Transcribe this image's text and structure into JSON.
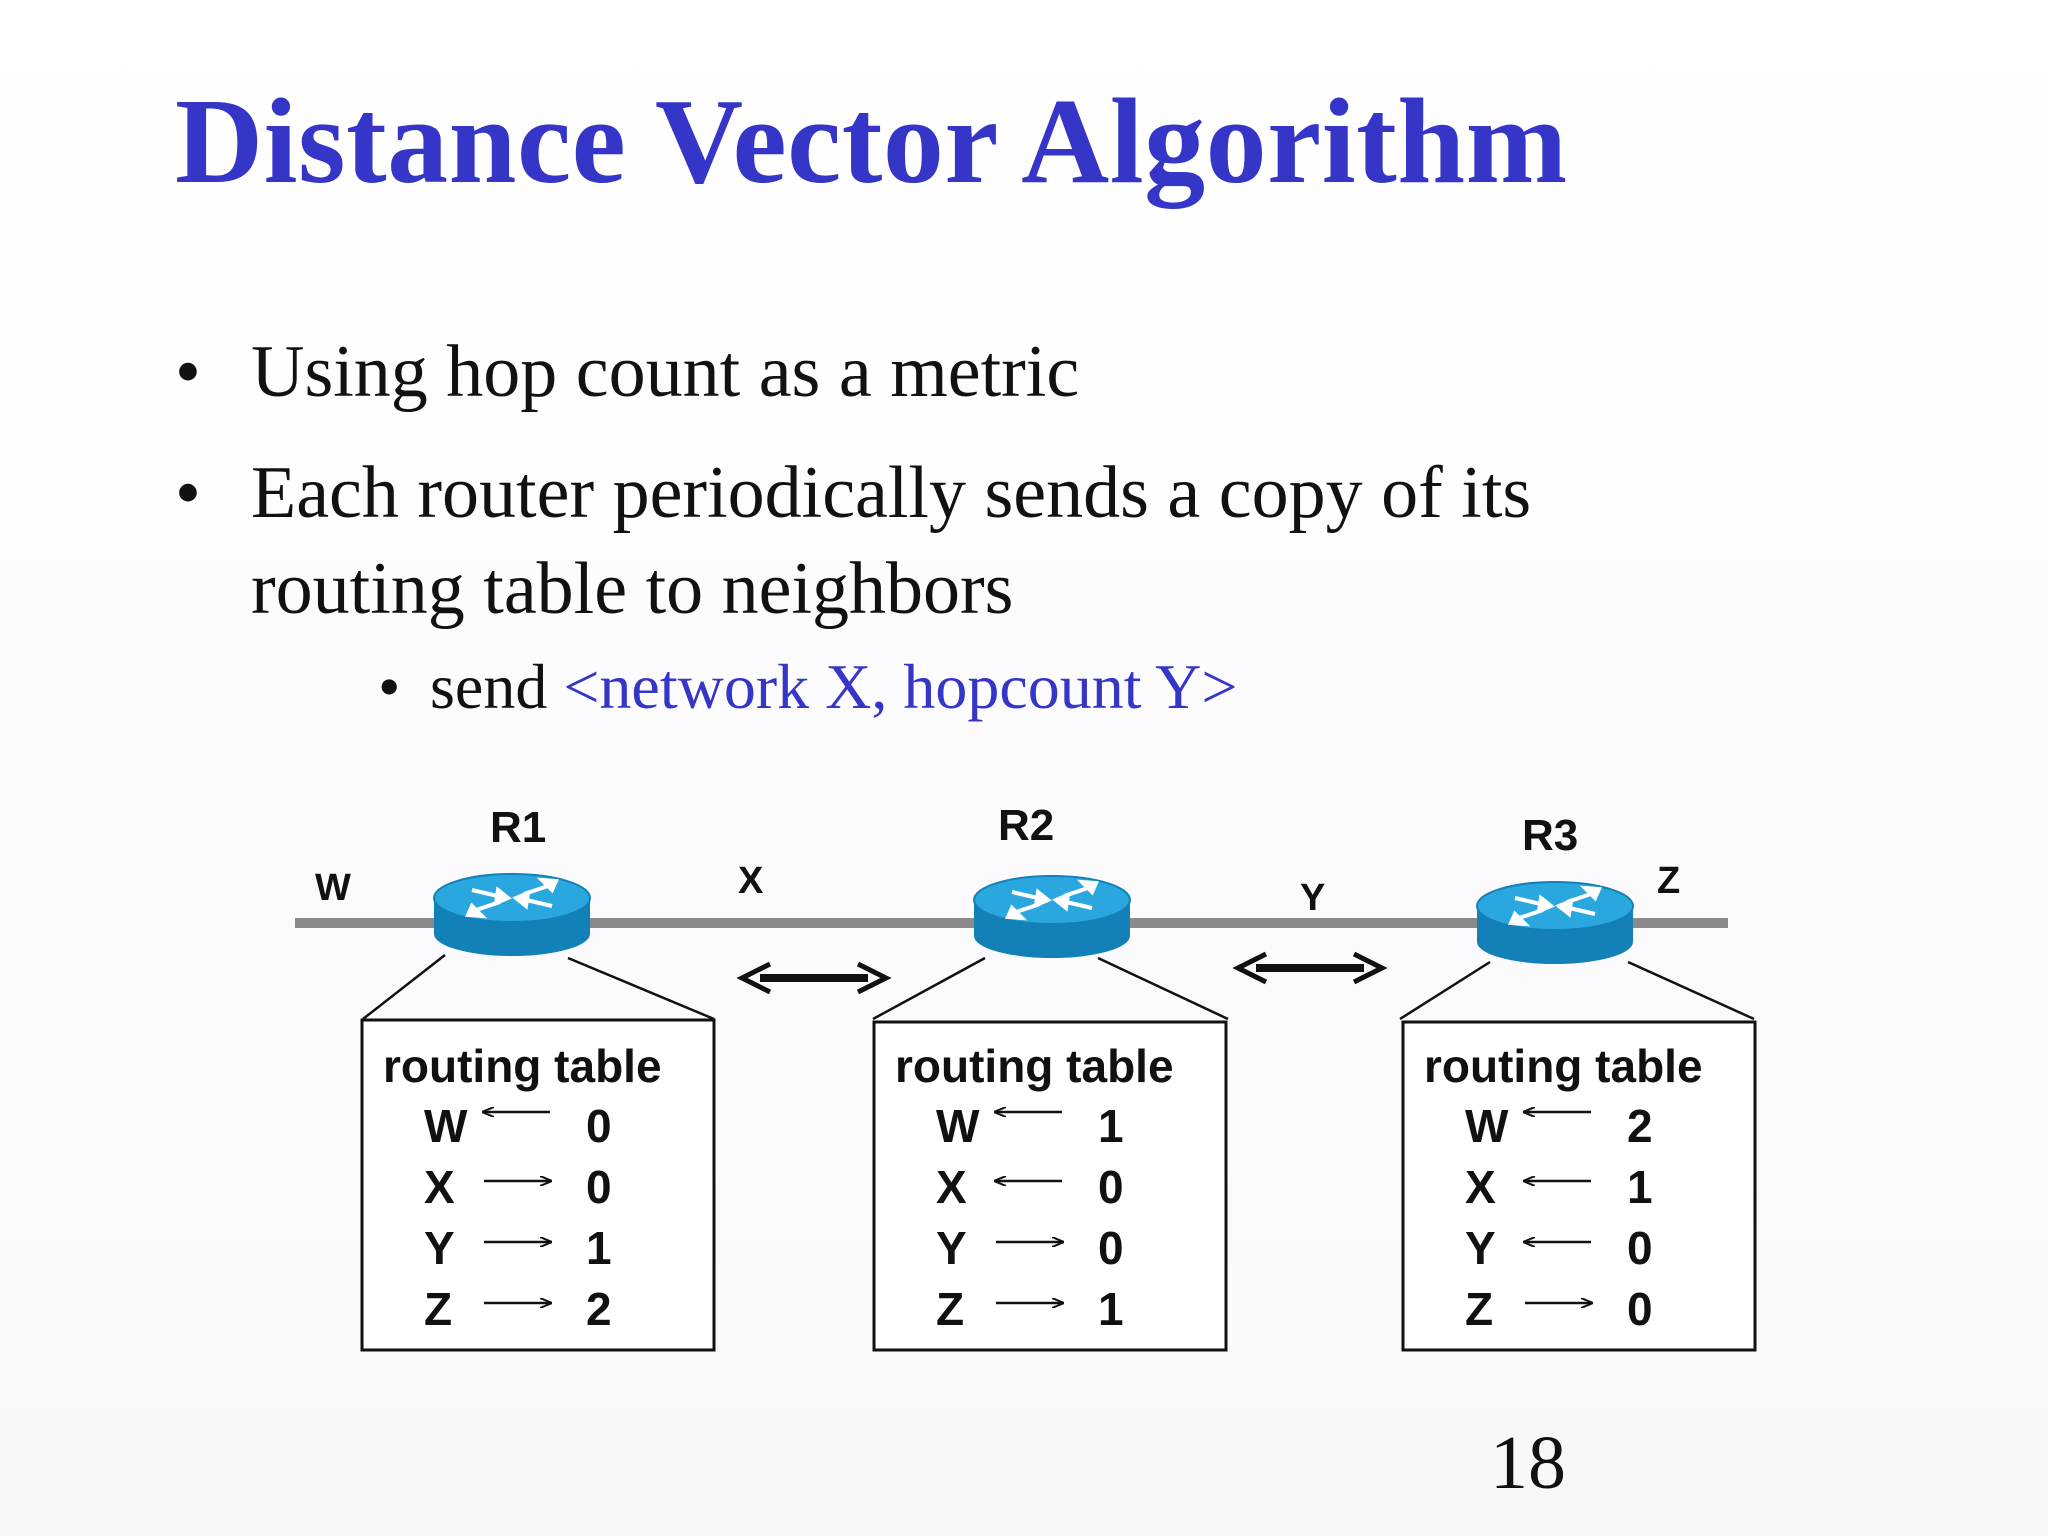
{
  "slide": {
    "title": "Distance Vector Algorithm",
    "bullets": [
      "Using hop count as a metric",
      "Each router periodically sends a copy of its",
      "routing table to neighbors"
    ],
    "sub_bullet_prefix": "send ",
    "sub_bullet_highlight": "<network X, hopcount Y>",
    "page_number": "18"
  },
  "diagram": {
    "networks": [
      "W",
      "X",
      "Y",
      "Z"
    ],
    "routers": [
      {
        "name": "R1",
        "table_title": "routing table",
        "rows": [
          {
            "net": "W",
            "dir": "left",
            "hops": "0"
          },
          {
            "net": "X",
            "dir": "right",
            "hops": "0"
          },
          {
            "net": "Y",
            "dir": "right",
            "hops": "1"
          },
          {
            "net": "Z",
            "dir": "right",
            "hops": "2"
          }
        ]
      },
      {
        "name": "R2",
        "table_title": "routing table",
        "rows": [
          {
            "net": "W",
            "dir": "left",
            "hops": "1"
          },
          {
            "net": "X",
            "dir": "left",
            "hops": "0"
          },
          {
            "net": "Y",
            "dir": "right",
            "hops": "0"
          },
          {
            "net": "Z",
            "dir": "right",
            "hops": "1"
          }
        ]
      },
      {
        "name": "R3",
        "table_title": "routing table",
        "rows": [
          {
            "net": "W",
            "dir": "left",
            "hops": "2"
          },
          {
            "net": "X",
            "dir": "left",
            "hops": "1"
          },
          {
            "net": "Y",
            "dir": "left",
            "hops": "0"
          },
          {
            "net": "Z",
            "dir": "right",
            "hops": "0"
          }
        ]
      }
    ],
    "colors": {
      "title": "#3535c8",
      "router_top": "#2aa7df",
      "router_side": "#1380b7",
      "link": "#8a8a8a"
    }
  }
}
